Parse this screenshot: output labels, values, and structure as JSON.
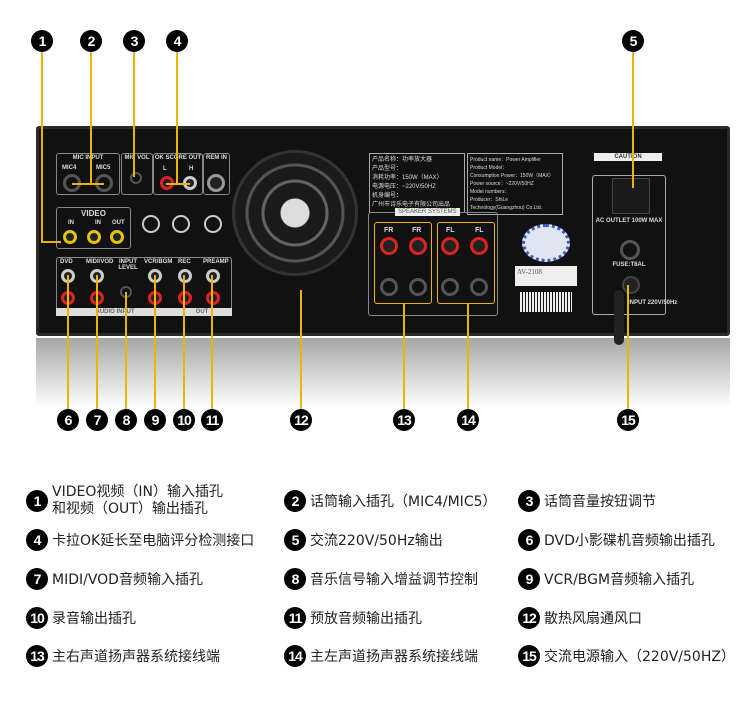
{
  "callouts": [
    "1",
    "2",
    "3",
    "4",
    "5",
    "6",
    "7",
    "8",
    "9",
    "10",
    "11",
    "12",
    "13",
    "14",
    "15"
  ],
  "panel": {
    "mic_input": "MIC INPUT",
    "mic4": "MIC4",
    "mic5": "MIC5",
    "mic_vol": "MIC VOL",
    "ok_score_out": "OK SCORE OUT",
    "l": "L",
    "h": "H",
    "rem_in": "REM IN",
    "video": "VIDEO",
    "in": "IN",
    "out": "OUT",
    "dvd": "DVD",
    "midi_vod": "MIDI/VOD",
    "input_level": "INPUT LEVEL",
    "vcr_bgm": "VCR/BGM",
    "rec": "REC",
    "preamp": "PREAMP",
    "audio_input": "AUDIO INPUT",
    "out2": "OUT",
    "speaker_systems": "SPEAKER SYSTEMS",
    "fr": "FR",
    "fl": "FL",
    "label_cn": [
      "产品名称：功率放大器",
      "产品型号：",
      "消耗功率：150W（MAX）",
      "电源电压：~220V/50HZ",
      "机身编号：",
      "广州市诗乐电子有限公司出品"
    ],
    "label_en": [
      "Product name：Power Amplifier",
      "Product Model：",
      "Consumption Power：150W（MAX）",
      "Power source：~220V/50HZ",
      "Model numbers：",
      "Producer：ShiLe Technology(Guangzhou) Co.Ltd."
    ],
    "barcode": "AV-2108",
    "caution": "CAUTION",
    "ac_outlet": "AC OUTLET 100W MAX",
    "fuse": "FUSE:T8AL",
    "input_power": "INPUT 220V/50Hz"
  },
  "legend": [
    {
      "n": "1",
      "text": "VIDEO视频（IN）输入插孔\n和视频（OUT）输出插孔"
    },
    {
      "n": "2",
      "text": "话筒输入插孔（MIC4/MIC5）"
    },
    {
      "n": "3",
      "text": "话筒音量按钮调节"
    },
    {
      "n": "4",
      "text": "卡拉OK延长至电脑评分检测接口"
    },
    {
      "n": "5",
      "text": "交流220V/50Hz输出"
    },
    {
      "n": "6",
      "text": "DVD小影碟机音频输出插孔"
    },
    {
      "n": "7",
      "text": "MIDI/VOD音频输入插孔"
    },
    {
      "n": "8",
      "text": "音乐信号输入增益调节控制"
    },
    {
      "n": "9",
      "text": "VCR/BGM音频输入插孔"
    },
    {
      "n": "10",
      "text": "录音输出插孔"
    },
    {
      "n": "11",
      "text": "预放音频输出插孔"
    },
    {
      "n": "12",
      "text": "散热风扇通风口"
    },
    {
      "n": "13",
      "text": "主右声道扬声器系统接线端"
    },
    {
      "n": "14",
      "text": "主左声道扬声器系统接线端"
    },
    {
      "n": "15",
      "text": "交流电源输入（220V/50HZ）"
    }
  ],
  "colors": {
    "callout_line": "#f0b400",
    "callout_badge": "#000000"
  }
}
